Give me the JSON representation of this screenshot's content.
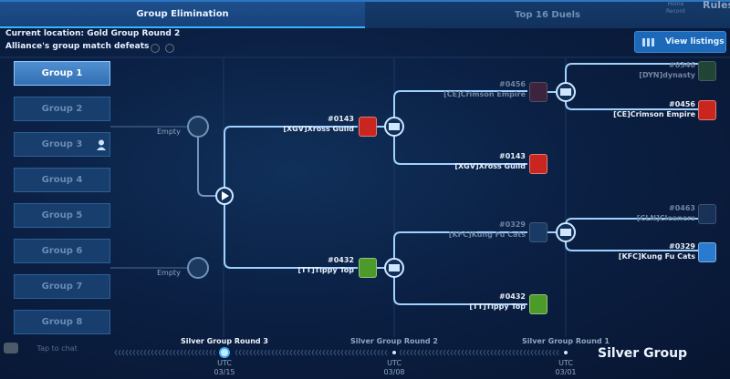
{
  "tabs": {
    "group_elimination": "Group Elimination",
    "top16": "Top 16 Duels"
  },
  "top_right": {
    "home": "Home",
    "record": "Record",
    "rules": "Rules"
  },
  "info": {
    "location": "Current location: Gold Group Round 2",
    "defeats": "Alliance's group match defeats"
  },
  "view_listings": "View listings",
  "groups": [
    "Group 1",
    "Group 2",
    "Group 3",
    "Group 4",
    "Group 5",
    "Group 6",
    "Group 7",
    "Group 8"
  ],
  "round3": {
    "top": "Empty",
    "bottom": "Empty"
  },
  "round2": [
    {
      "id": "#0143",
      "name": "[XGV]Xross Guild",
      "color": "#c8261e"
    },
    {
      "id": "#0432",
      "name": "[TT]Tippy Top",
      "color": "#4c9a2a"
    }
  ],
  "round1": [
    {
      "id": "#0456",
      "name": "[CE]Crimson Empire",
      "color": "#7a2a3a",
      "dim": true
    },
    {
      "id": "#0143",
      "name": "[XGV]Xross Guild",
      "color": "#c8261e",
      "dim": false
    },
    {
      "id": "#0329",
      "name": "[KFC]Kung Fu Cats",
      "color": "#2a5a8a",
      "dim": true
    },
    {
      "id": "#0432",
      "name": "[TT]Tippy Top",
      "color": "#4c9a2a",
      "dim": false
    }
  ],
  "final": [
    {
      "id": "#0346",
      "name": "[DYN]dynasty",
      "color": "#3f7a32",
      "dim": true
    },
    {
      "id": "#0456",
      "name": "[CE]Crimson Empire",
      "color": "#c8261e",
      "dim": false
    },
    {
      "id": "#0463",
      "name": "[CLN]Cleaners",
      "color": "#2a4e7a",
      "dim": true
    },
    {
      "id": "#0329",
      "name": "[KFC]Kung Fu Cats",
      "color": "#2a7ad0",
      "dim": false
    }
  ],
  "timeline": [
    {
      "label": "Silver Group Round 3",
      "tz": "UTC",
      "date": "03/15"
    },
    {
      "label": "Silver Group Round 2",
      "tz": "UTC",
      "date": "03/08"
    },
    {
      "label": "Silver Group Round 1",
      "tz": "UTC",
      "date": "03/01"
    }
  ],
  "current_group": "Silver Group",
  "chat_hint": "Tap to chat"
}
